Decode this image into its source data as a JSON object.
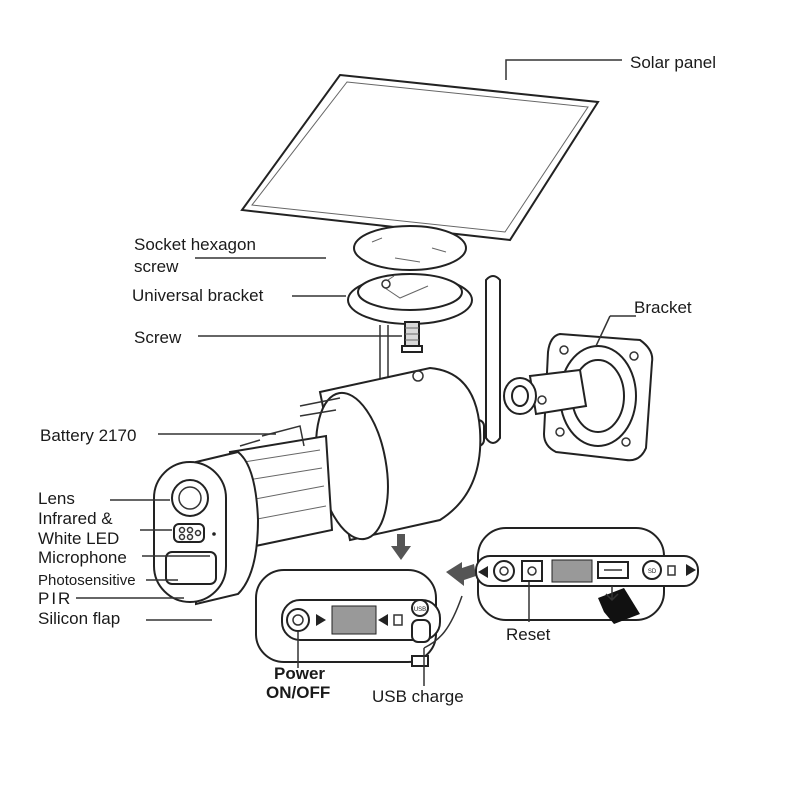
{
  "labels": {
    "solar_panel": "Solar panel",
    "socket_line1": "Socket hexagon",
    "socket_line2": "screw",
    "universal_bracket": "Universal bracket",
    "screw": "Screw",
    "bracket": "Bracket",
    "battery": "Battery 2170",
    "lens": "Lens",
    "infrared_line1": "Infrared &",
    "infrared_line2": "White LED",
    "microphone": "Microphone",
    "photosensitive": "Photosensitive",
    "pir": "PIR",
    "silicon_flap": "Silicon flap",
    "reset": "Reset",
    "power_line1": "Power",
    "power_line2": "ON/OFF",
    "usb_charge": "USB charge"
  },
  "panel_text": {
    "sd_chip": "SD",
    "usb_port": "USB"
  },
  "colors": {
    "outline": "#222222",
    "leader_line": "#333333",
    "fill_gray": "#d9d9d9",
    "arrow_gray": "#555555"
  },
  "icons": [
    "power-button-icon",
    "arrow-right-icon",
    "lock-icon",
    "sd-card-icon",
    "usb-port-icon"
  ]
}
